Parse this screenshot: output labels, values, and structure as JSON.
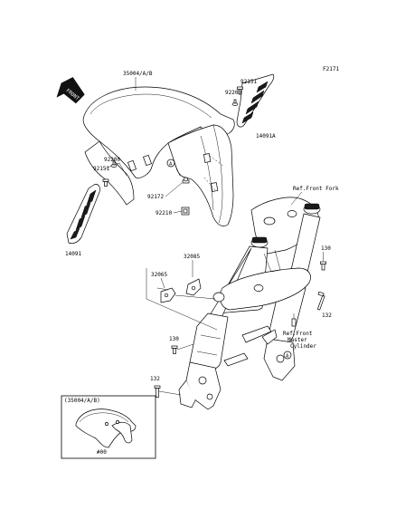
{
  "figure_code": "F2171",
  "front_label": "FRONT",
  "parts": {
    "fender": "35004/A/B",
    "bolt_92151_top": "92151",
    "washer_92200_top": "92200",
    "cover_right": "14091A",
    "washer_92200_left": "92200",
    "bolt_92151_left": "92151",
    "bolt_92172": "92172",
    "nut_92210": "92210",
    "cover_left": "14091",
    "clamp_32065": "32065",
    "clamp_32085": "32085",
    "bolt_130_right": "130",
    "bolt_132_right": "132",
    "bolt_130_left": "130",
    "bolt_132_left": "132"
  },
  "references": {
    "front_fork": "Ref.Front Fork",
    "master_cylinder_line1": "Ref.Front",
    "master_cylinder_line2": "Master",
    "master_cylinder_line3": "Cylinder"
  },
  "markers": {
    "a1": "A",
    "a2": "A"
  },
  "inset": {
    "title": "(35004/A/B)",
    "variant": "#00"
  }
}
